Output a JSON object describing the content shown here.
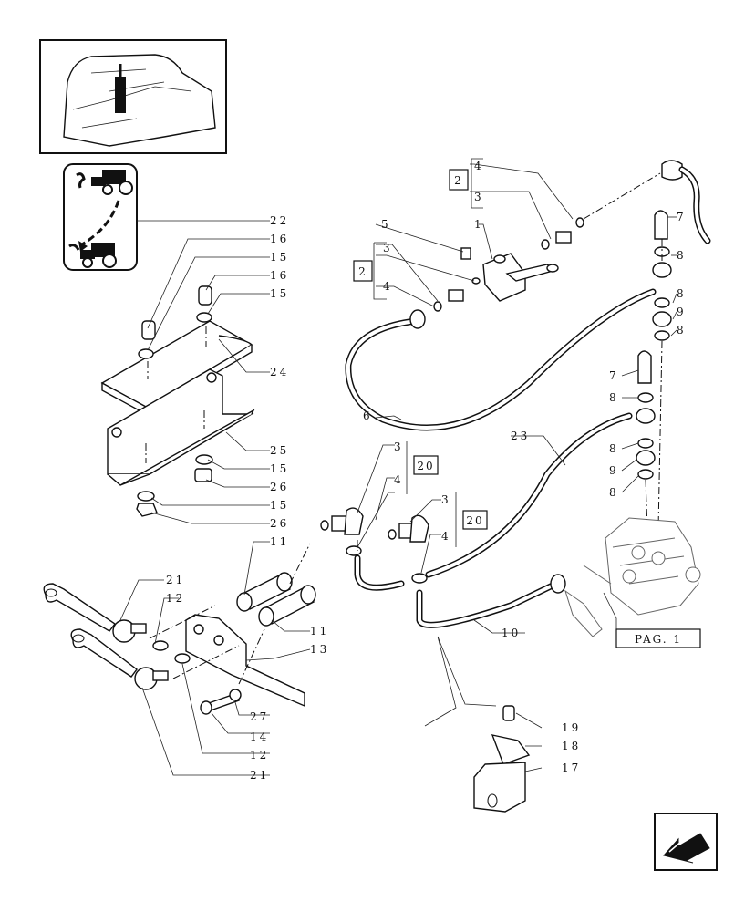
{
  "callouts": {
    "n1": "1",
    "n3": "3",
    "n4": "4",
    "n5": "5",
    "n6": "6",
    "n7": "7",
    "n8": "8",
    "n9": "9",
    "n10": "10",
    "n11": "11",
    "n12": "12",
    "n13": "13",
    "n14": "14",
    "n15": "15",
    "n16": "16",
    "n17": "17",
    "n18": "18",
    "n19": "19",
    "n21": "21",
    "n22": "22",
    "n23": "23",
    "n24": "24",
    "n25": "25",
    "n26": "26",
    "n27": "27"
  },
  "boxed": {
    "b2": "2",
    "b20": "20",
    "pag": "PAG. 1"
  }
}
